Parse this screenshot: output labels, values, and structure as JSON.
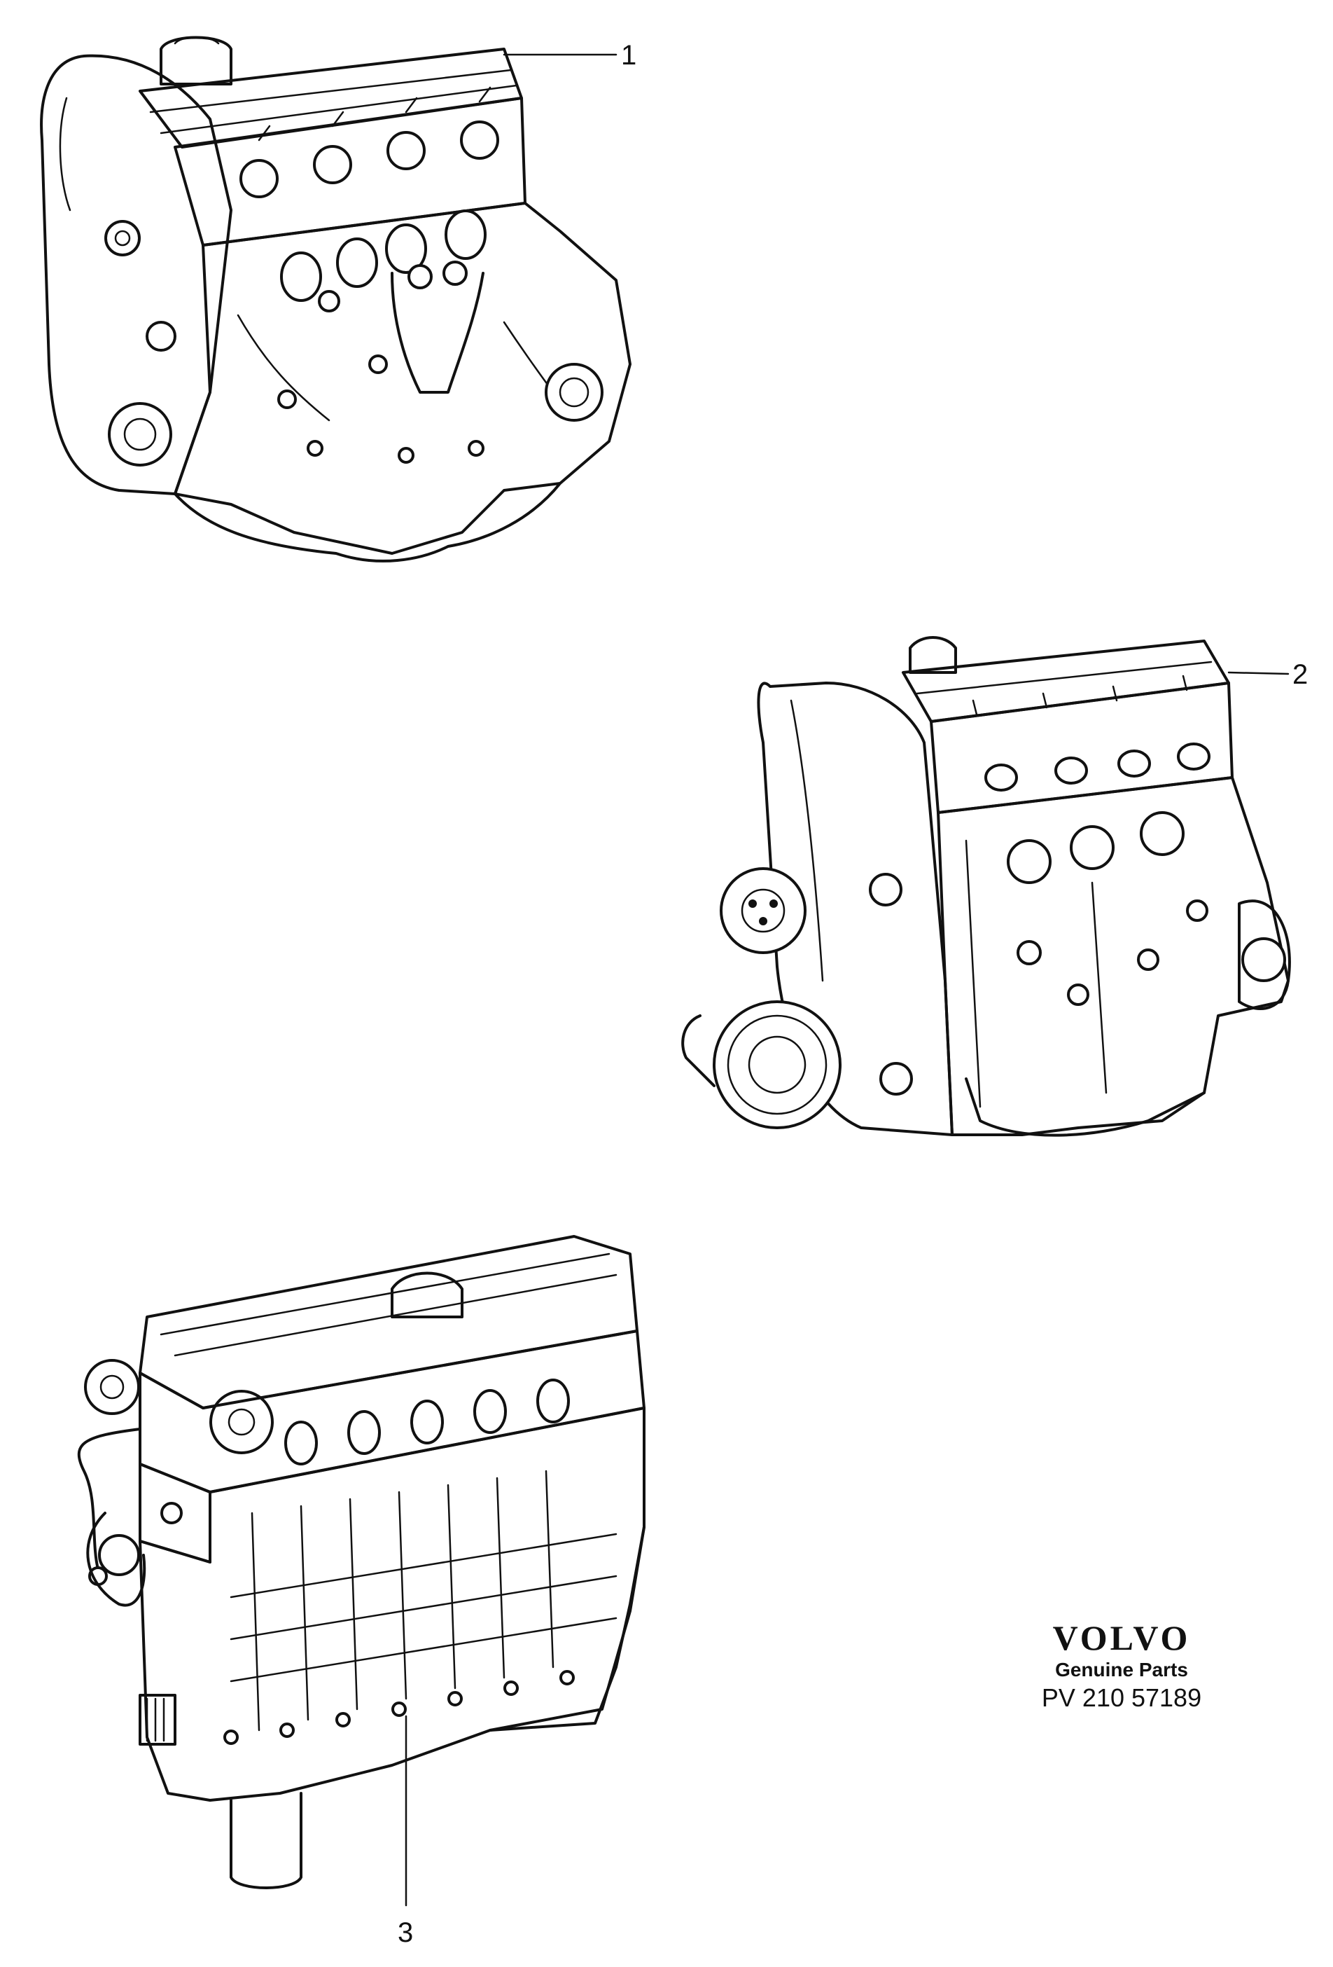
{
  "callouts": [
    {
      "label": "1"
    },
    {
      "label": "2"
    },
    {
      "label": "3"
    }
  ],
  "engines": [
    {
      "icon": "engine-four-cylinder-icon"
    },
    {
      "icon": "engine-four-cylinder-icon"
    },
    {
      "icon": "engine-six-cylinder-icon"
    }
  ],
  "brand": {
    "logo": "VOLVO",
    "tagline": "Genuine Parts",
    "code": "PV 210 57189"
  },
  "colors": {
    "ink": "#111111",
    "paper": "#ffffff"
  }
}
